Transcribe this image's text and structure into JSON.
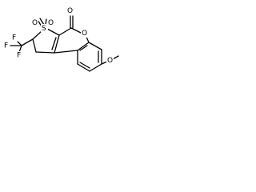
{
  "molecule": {
    "atom_labels": {
      "oxo_top": "O",
      "sulfonyl_o_left": "O",
      "sulfur": "S",
      "sulfonyl_o_right": "O",
      "ring_oxygen": "O",
      "fluorine_top": "F",
      "fluorine_left": "F",
      "fluorine_right": "F",
      "methoxy_oxygen": "O"
    }
  }
}
